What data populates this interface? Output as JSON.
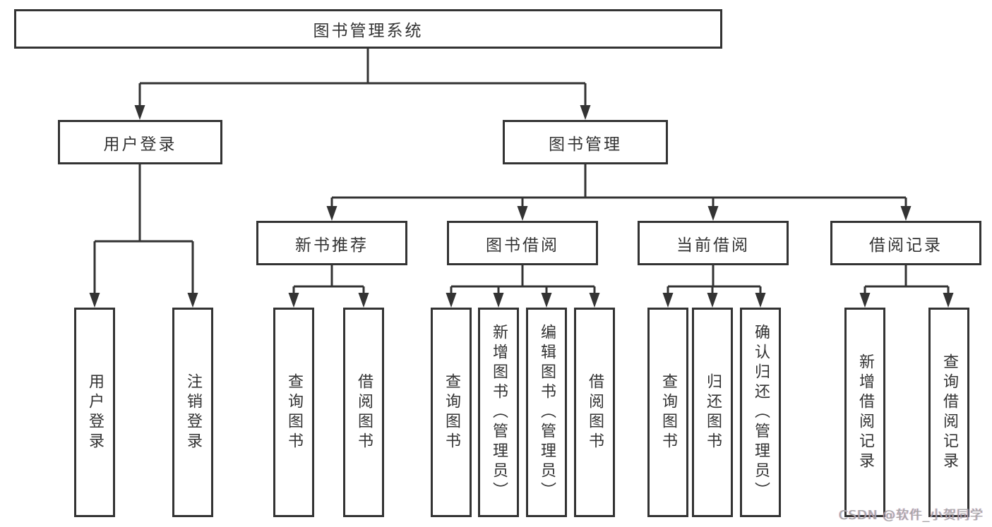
{
  "diagram": {
    "title": "图书管理系统",
    "level2": [
      {
        "label": "用户登录"
      },
      {
        "label": "图书管理"
      }
    ],
    "level3": [
      {
        "label": "新书推荐"
      },
      {
        "label": "图书借阅"
      },
      {
        "label": "当前借阅"
      },
      {
        "label": "借阅记录"
      }
    ],
    "leaves": {
      "user_login": [
        {
          "label": "用户登录"
        },
        {
          "label": "注销登录"
        }
      ],
      "new_book_recommend": [
        {
          "label": "查询图书"
        },
        {
          "label": "借阅图书"
        }
      ],
      "book_borrow": [
        {
          "label": "查询图书"
        },
        {
          "label": "新增图书（管理员）"
        },
        {
          "label": "编辑图书（管理员）"
        },
        {
          "label": "借阅图书"
        }
      ],
      "current_borrow": [
        {
          "label": "查询图书"
        },
        {
          "label": "归还图书"
        },
        {
          "label": "确认归还（管理员）"
        }
      ],
      "borrow_records": [
        {
          "label": "新增借阅记录"
        },
        {
          "label": "查询借阅记录"
        }
      ]
    }
  },
  "watermark": "CSDN @软件_小贺同学",
  "colors": {
    "line": "#333333",
    "text": "#333333",
    "watermark": "#a6a6a6"
  }
}
